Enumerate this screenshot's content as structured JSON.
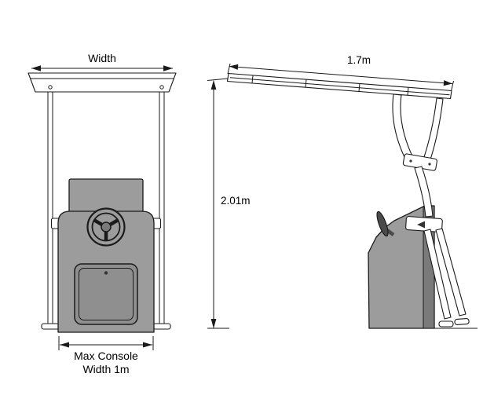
{
  "diagram": {
    "front_view": {
      "width_label": "Width",
      "console_label_line1": "Max Console",
      "console_label_line2": "Width 1m"
    },
    "side_view": {
      "length_label": "1.7m",
      "height_label": "2.01m"
    },
    "colors": {
      "line": "#1a1a1a",
      "background": "#ffffff",
      "console_gray": "#9c9c9c",
      "console_dark": "#7a7a7a",
      "door_gray": "#8f8f8f",
      "wheel_dark": "#4a4a4a",
      "knob_dark": "#333333"
    }
  }
}
